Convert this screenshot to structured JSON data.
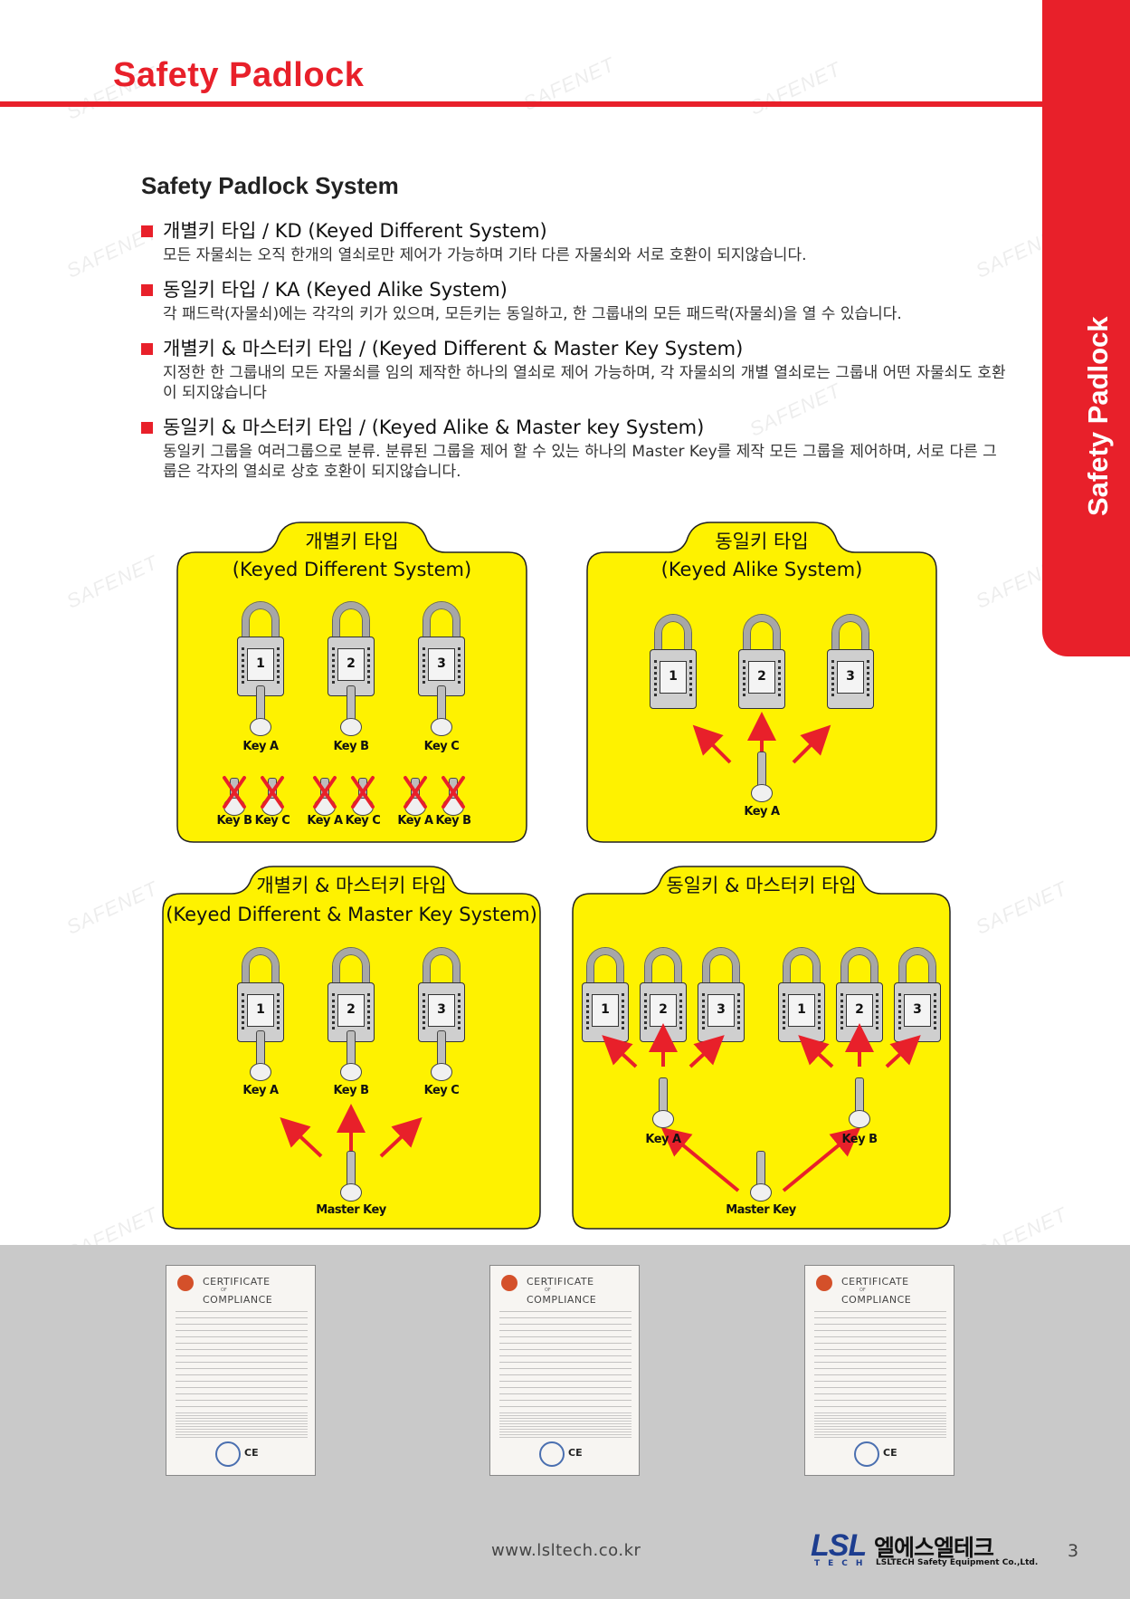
{
  "header": {
    "title": "Safety Padlock",
    "side_tab": "Safety Padlock"
  },
  "section": {
    "title": "Safety Padlock System",
    "items": [
      {
        "heading": "개별키 타입  / KD (Keyed Different System)",
        "body": "모든 자물쇠는 오직 한개의 열쇠로만 제어가 가능하며 기타 다른 자물쇠와 서로 호환이 되지않습니다."
      },
      {
        "heading": "동일키 타입  / KA (Keyed Alike System)",
        "body": "각 패드락(자물쇠)에는 각각의 키가 있으며, 모든키는 동일하고, 한 그룹내의 모든 패드락(자물쇠)을 열 수 있습니다."
      },
      {
        "heading": "개별키 & 마스터키 타입 / (Keyed Different & Master Key System)",
        "body": "지정한 한 그룹내의 모든 자물쇠를 임의 제작한 하나의 열쇠로 제어 가능하며, 각 자물쇠의 개별 열쇠로는 그룹내 어떤 자물쇠도 호환이 되지않습니다"
      },
      {
        "heading": "동일키 & 마스터키 타입 / (Keyed Alike & Master key System)",
        "body": "동일키 그룹을 여러그룹으로 분류. 분류된 그룹을 제어 할 수 있는 하나의 Master Key를 제작 모든 그룹을 제어하며, 서로 다른 그룹은 각자의 열쇠로 상호 호환이 되지않습니다."
      }
    ]
  },
  "panels": {
    "kd": {
      "title1": "개별키 타입",
      "title2": "(Keyed Different System)",
      "locks": [
        "1",
        "2",
        "3"
      ],
      "keys": [
        "Key A",
        "Key B",
        "Key C"
      ],
      "wrong_keys": [
        "Key B",
        "Key C",
        "Key A",
        "Key C",
        "Key A",
        "Key B"
      ]
    },
    "ka": {
      "title1": "동일키 타입",
      "title2": "(Keyed Alike System)",
      "locks": [
        "1",
        "2",
        "3"
      ],
      "key": "Key A"
    },
    "kdm": {
      "title1": "개별키 & 마스터키 타입",
      "title2": "(Keyed Different & Master Key System)",
      "locks": [
        "1",
        "2",
        "3"
      ],
      "keys": [
        "Key A",
        "Key B",
        "Key C"
      ],
      "master": "Master Key"
    },
    "kam": {
      "title1": "동일키 & 마스터키 타입",
      "locks": [
        "1",
        "2",
        "3",
        "1",
        "2",
        "3"
      ],
      "keys": [
        "Key A",
        "Key B"
      ],
      "master": "Master Key"
    }
  },
  "certificates": [
    {
      "title": "CERTIFICATE",
      "of": "OF",
      "title2": "COMPLIANCE"
    },
    {
      "title": "CERTIFICATE",
      "of": "OF",
      "title2": "COMPLIANCE"
    },
    {
      "title": "CERTIFICATE",
      "of": "OF",
      "title2": "COMPLIANCE"
    }
  ],
  "footer": {
    "url": "www.lsltech.co.kr",
    "logo_mark": "LSL",
    "logo_tech": "TECH",
    "logo_name": "엘에스엘테크",
    "logo_sub": "LSLTECH Safety Equipment Co.,Ltd.",
    "page": "3"
  },
  "watermark": "SAFENET",
  "colors": {
    "accent": "#e8202a",
    "panel": "#fef200",
    "arrow": "#e8202a"
  }
}
